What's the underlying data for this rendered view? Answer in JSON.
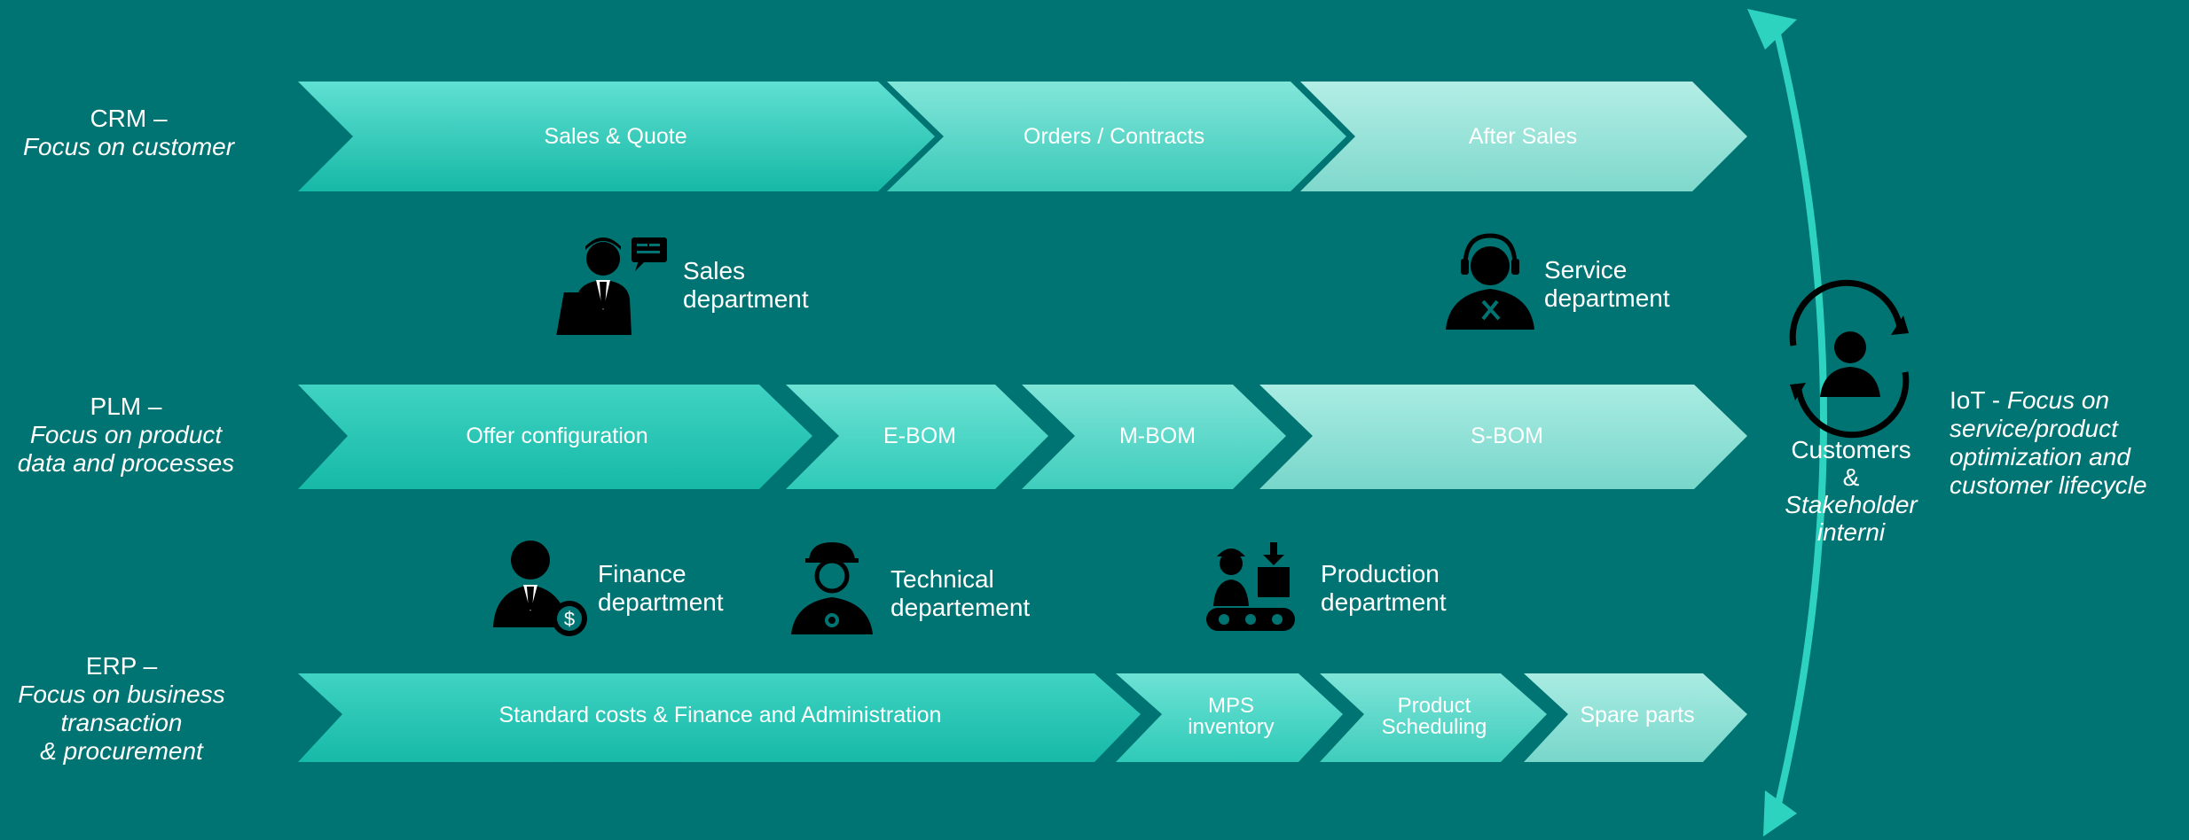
{
  "rows": {
    "crm": {
      "title": "CRM –",
      "focus": "Focus on customer"
    },
    "plm": {
      "title": "PLM –",
      "focus_line1": "Focus on product",
      "focus_line2": "data and processes"
    },
    "erp": {
      "title": "ERP –",
      "focus_line1": "Focus on business",
      "focus_line2": "transaction",
      "focus_line3": "& procurement"
    }
  },
  "crm_steps": [
    "Sales & Quote",
    "Orders / Contracts",
    "After Sales"
  ],
  "plm_steps": [
    "Offer configuration",
    "E-BOM",
    "M-BOM",
    "S-BOM"
  ],
  "erp_steps": [
    {
      "line1": "Standard costs & Finance and Administration",
      "line2": ""
    },
    {
      "line1": "MPS",
      "line2": "inventory"
    },
    {
      "line1": "Product",
      "line2": "Scheduling"
    },
    {
      "line1": "Spare parts",
      "line2": ""
    }
  ],
  "departments": {
    "sales": {
      "line1": "Sales",
      "line2": "department",
      "icon": "salesperson-icon"
    },
    "service": {
      "line1": "Service",
      "line2": "department",
      "icon": "headset-technician-icon"
    },
    "finance": {
      "line1": "Finance",
      "line2": "department",
      "icon": "businessman-dollar-icon"
    },
    "technical": {
      "line1": "Technical",
      "line2": "departement",
      "icon": "engineer-helmet-icon"
    },
    "production": {
      "line1": "Production",
      "line2": "department",
      "icon": "conveyor-worker-icon"
    }
  },
  "customers": {
    "line1": "Customers",
    "line2": "&",
    "line3": "Stakeholder",
    "line4": "interni",
    "icon": "user-cycle-icon"
  },
  "iot": {
    "prefix": "IoT - ",
    "line1": "Focus on",
    "line2": "service/product",
    "line3": "optimization and",
    "line4": "customer lifecycle"
  },
  "colors": {
    "background": "#007373",
    "arrow_dark": "#1DBFAD",
    "arrow_mid": "#45D8C8",
    "arrow_light": "#9EE7DD",
    "cycle_arrow": "#2ED3BF",
    "icon": "#000000",
    "text": "#FFFFFF"
  }
}
